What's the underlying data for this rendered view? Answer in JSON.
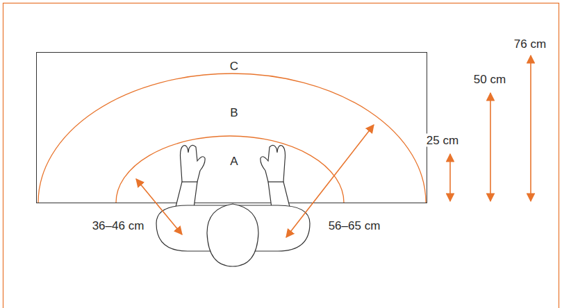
{
  "diagram": {
    "labels": [
      "C",
      "B",
      "A",
      "36–46 cm",
      "56–65 cm",
      "25 cm",
      "50 cm",
      "76 cm"
    ]
  }
}
